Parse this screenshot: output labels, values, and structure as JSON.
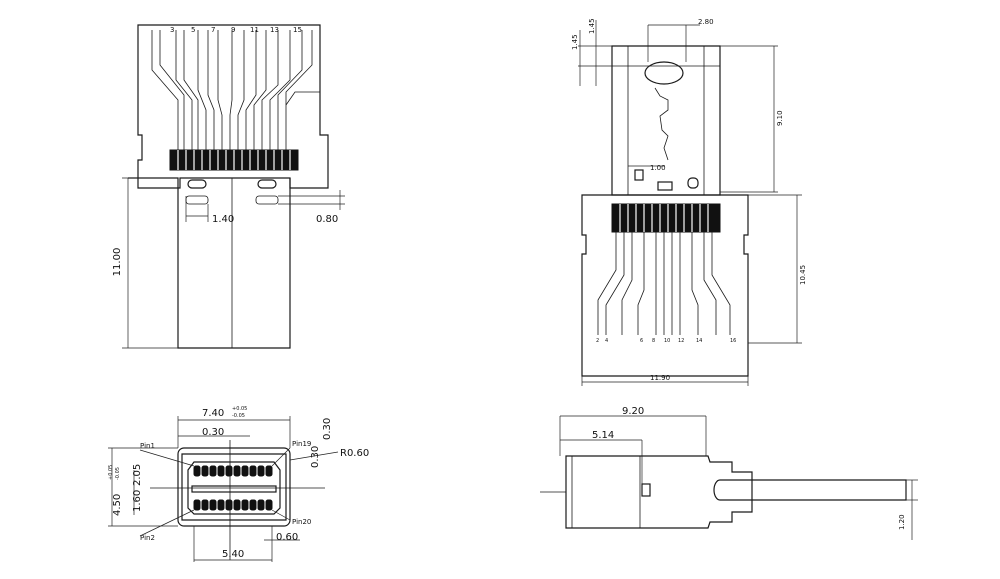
{
  "views": {
    "top_left": {
      "dimensions": {
        "width_body": "11.00",
        "slot_width": "1.40",
        "slot_gap": "0.80"
      },
      "pin_numbers": [
        "3",
        "5",
        "7",
        "9",
        "11",
        "13",
        "15"
      ]
    },
    "top_right": {
      "dimensions": {
        "tip_offset": "1.45",
        "tip_height": "1.45",
        "shell_width": "2.80",
        "shell_length": "9.10",
        "contact_width": "1.00",
        "body_length": "10.45",
        "body_width": "11.90"
      },
      "pin_numbers": [
        "2",
        "4",
        "6",
        "8",
        "10",
        "12",
        "14",
        "16"
      ]
    },
    "front": {
      "dimensions": {
        "opening_width": "7.40",
        "opening_tol_upper": "+0.05",
        "opening_tol_lower": "-0.05",
        "pitch_top": "0.30",
        "corner_radius": "R0.60",
        "inner_height": "2.05",
        "total_height": "4.50",
        "height_tol_upper": "+0.05",
        "height_tol_lower": "-0.05",
        "side_offset": "1.60",
        "right_pitch": "0.30",
        "right_offset": "0.30",
        "pin_pitch": "0.60",
        "pin_span": "5.40"
      },
      "labels": {
        "pin1": "Pin1",
        "pin2": "Pin2",
        "pin19": "Pin19",
        "pin20": "Pin20"
      }
    },
    "side": {
      "dimensions": {
        "overall_length": "9.20",
        "shell_length": "5.14",
        "cable_thickness": "1.20"
      }
    }
  },
  "colors": {
    "line": "#1a1a1a",
    "background": "#ffffff"
  }
}
